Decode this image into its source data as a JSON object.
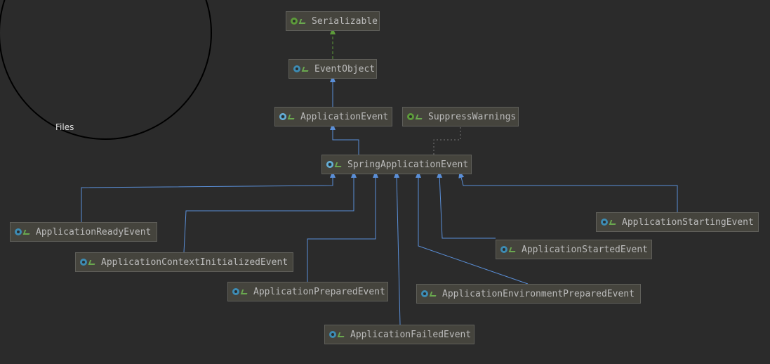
{
  "overlay": {
    "files_label": "Files"
  },
  "nodes": [
    {
      "id": "serializable",
      "label": "Serializable",
      "kind": "interface"
    },
    {
      "id": "event-object",
      "label": "EventObject",
      "kind": "class"
    },
    {
      "id": "application-event",
      "label": "ApplicationEvent",
      "kind": "abstract"
    },
    {
      "id": "suppress-warnings",
      "label": "SuppressWarnings",
      "kind": "interface"
    },
    {
      "id": "spring-application-event",
      "label": "SpringApplicationEvent",
      "kind": "abstract"
    },
    {
      "id": "application-ready-event",
      "label": "ApplicationReadyEvent",
      "kind": "class"
    },
    {
      "id": "application-context-initialized-event",
      "label": "ApplicationContextInitializedEvent",
      "kind": "class"
    },
    {
      "id": "application-prepared-event",
      "label": "ApplicationPreparedEvent",
      "kind": "class"
    },
    {
      "id": "application-failed-event",
      "label": "ApplicationFailedEvent",
      "kind": "class"
    },
    {
      "id": "application-environment-prepared-event",
      "label": "ApplicationEnvironmentPreparedEvent",
      "kind": "class"
    },
    {
      "id": "application-started-event",
      "label": "ApplicationStartedEvent",
      "kind": "class"
    },
    {
      "id": "application-starting-event",
      "label": "ApplicationStartingEvent",
      "kind": "class"
    }
  ],
  "edges": [
    {
      "from": "event-object",
      "to": "serializable",
      "type": "implements"
    },
    {
      "from": "application-event",
      "to": "event-object",
      "type": "extends"
    },
    {
      "from": "spring-application-event",
      "to": "application-event",
      "type": "extends"
    },
    {
      "from": "spring-application-event",
      "to": "suppress-warnings",
      "type": "annotation"
    },
    {
      "from": "application-ready-event",
      "to": "spring-application-event",
      "type": "extends"
    },
    {
      "from": "application-context-initialized-event",
      "to": "spring-application-event",
      "type": "extends"
    },
    {
      "from": "application-prepared-event",
      "to": "spring-application-event",
      "type": "extends"
    },
    {
      "from": "application-failed-event",
      "to": "spring-application-event",
      "type": "extends"
    },
    {
      "from": "application-environment-prepared-event",
      "to": "spring-application-event",
      "type": "extends"
    },
    {
      "from": "application-started-event",
      "to": "spring-application-event",
      "type": "extends"
    },
    {
      "from": "application-starting-event",
      "to": "spring-application-event",
      "type": "extends"
    }
  ],
  "colors": {
    "background": "#2b2b2b",
    "node_fill": "#45443d",
    "node_border": "#5f5f5a",
    "node_text": "#bbbbbb",
    "extends_line": "#5a8fd8",
    "implements_line": "#5d9b3a",
    "annotation_line": "#777777"
  },
  "icons": {
    "class": "class-icon",
    "interface": "interface-icon",
    "abstract": "abstract-class-icon",
    "link": "public-link-icon"
  }
}
